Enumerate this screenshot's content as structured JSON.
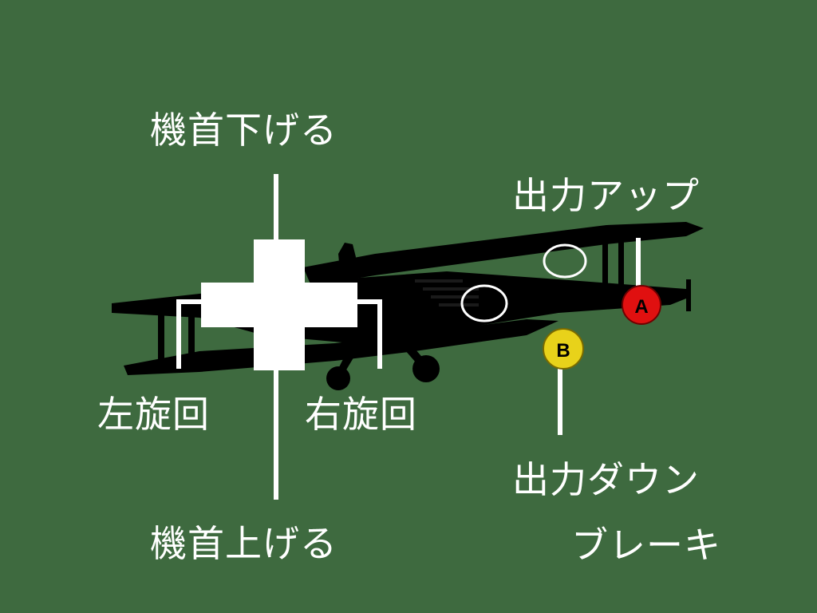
{
  "controls": {
    "nose_down": "機首下げる",
    "nose_up": "機首上げる",
    "turn_left": "左旋回",
    "turn_right": "右旋回",
    "throttle_up": "出力アップ",
    "throttle_down": "出力ダウン",
    "brake": "ブレーキ"
  },
  "buttons": {
    "a": "A",
    "b": "B"
  },
  "colors": {
    "background": "#3e6a3f",
    "aircraft": "#000000",
    "dpad": "#ffffff",
    "button_a": "#e01010",
    "button_b": "#e8d21a",
    "lines": "#ffffff"
  },
  "icons": {
    "dpad": "dpad-icon",
    "aircraft": "biplane-silhouette"
  }
}
